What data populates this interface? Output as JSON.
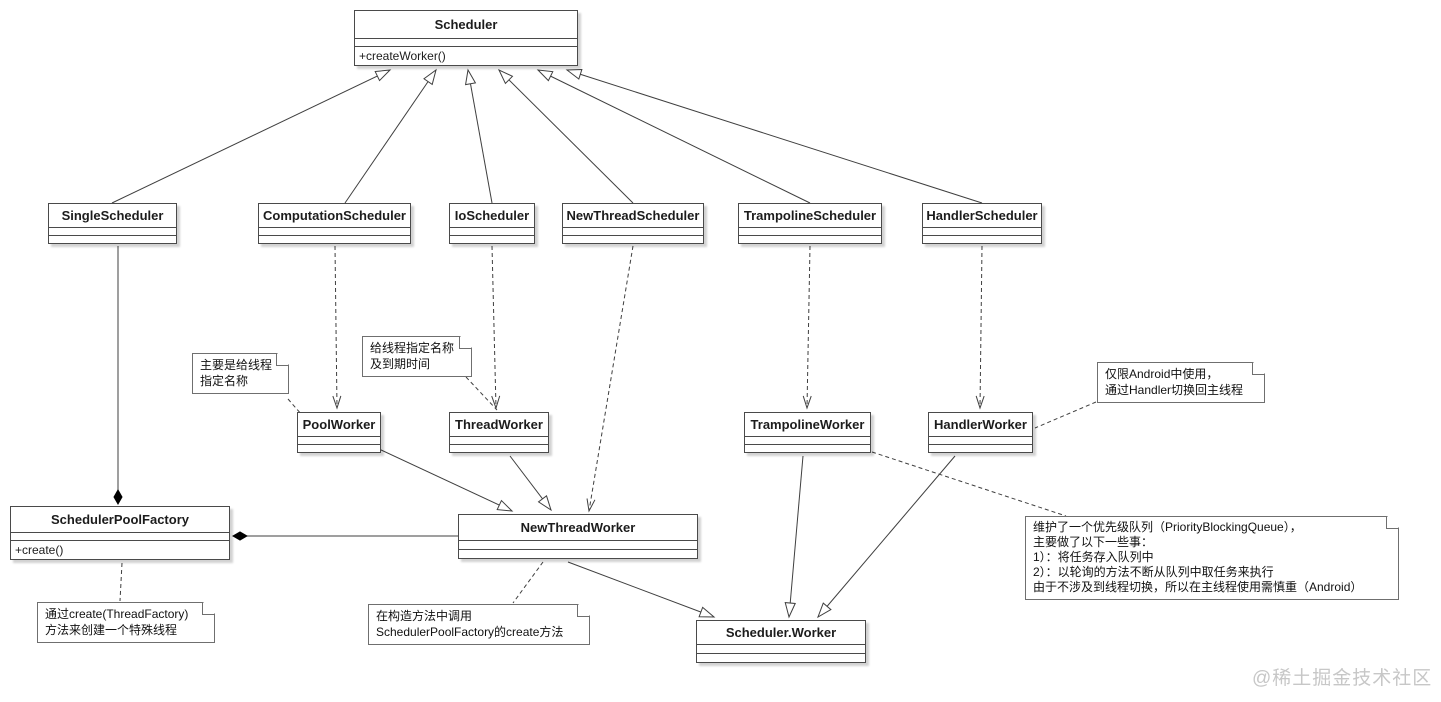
{
  "watermark": "@稀土掘金技术社区",
  "colors": {
    "line": "#3f3f3f",
    "class_border": "#4a4a4a",
    "note_border": "#6f6f6f",
    "background": "#ffffff",
    "watermark_text": "#c7c7c7"
  },
  "classes": {
    "scheduler": {
      "name": "Scheduler",
      "method": "+createWorker()"
    },
    "single_scheduler": {
      "name": "SingleScheduler"
    },
    "computation_scheduler": {
      "name": "ComputationScheduler"
    },
    "io_scheduler": {
      "name": "IoScheduler"
    },
    "new_thread_scheduler": {
      "name": "NewThreadScheduler"
    },
    "trampoline_scheduler": {
      "name": "TrampolineScheduler"
    },
    "handler_scheduler": {
      "name": "HandlerScheduler"
    },
    "pool_worker": {
      "name": "PoolWorker"
    },
    "thread_worker": {
      "name": "ThreadWorker"
    },
    "trampoline_worker": {
      "name": "TrampolineWorker"
    },
    "handler_worker": {
      "name": "HandlerWorker"
    },
    "scheduler_pool_factory": {
      "name": "SchedulerPoolFactory",
      "method": "+create()"
    },
    "new_thread_worker": {
      "name": "NewThreadWorker"
    },
    "scheduler_worker": {
      "name": "Scheduler.Worker"
    }
  },
  "notes": {
    "pool_naming": [
      "主要是给线程",
      "指定名称"
    ],
    "thread_naming": [
      "给线程指定名称",
      "及到期时间"
    ],
    "handler_usage": [
      "仅限Android中使用，",
      "通过Handler切换回主线程"
    ],
    "factory_create": [
      "通过create(ThreadFactory)",
      "方法来创建一个特殊线程"
    ],
    "constructor_call": [
      "在构造方法中调用",
      "SchedulerPoolFactory的create方法"
    ],
    "trampoline_desc": [
      "维护了一个优先级队列（PriorityBlockingQueue），",
      "主要做了以下一些事：",
      "1）：将任务存入队列中",
      "2）：以轮询的方法不断从队列中取任务来执行",
      "由于不涉及到线程切换，所以在主线程使用需慎重（Android）"
    ]
  },
  "relationships": [
    {
      "from": "SingleScheduler",
      "to": "Scheduler",
      "type": "generalization"
    },
    {
      "from": "ComputationScheduler",
      "to": "Scheduler",
      "type": "generalization"
    },
    {
      "from": "IoScheduler",
      "to": "Scheduler",
      "type": "generalization"
    },
    {
      "from": "NewThreadScheduler",
      "to": "Scheduler",
      "type": "generalization"
    },
    {
      "from": "TrampolineScheduler",
      "to": "Scheduler",
      "type": "generalization"
    },
    {
      "from": "HandlerScheduler",
      "to": "Scheduler",
      "type": "generalization"
    },
    {
      "from": "ComputationScheduler",
      "to": "PoolWorker",
      "type": "dependency"
    },
    {
      "from": "IoScheduler",
      "to": "ThreadWorker",
      "type": "dependency"
    },
    {
      "from": "NewThreadScheduler",
      "to": "NewThreadWorker",
      "type": "dependency"
    },
    {
      "from": "TrampolineScheduler",
      "to": "TrampolineWorker",
      "type": "dependency"
    },
    {
      "from": "HandlerScheduler",
      "to": "HandlerWorker",
      "type": "dependency"
    },
    {
      "from": "PoolWorker",
      "to": "NewThreadWorker",
      "type": "generalization"
    },
    {
      "from": "ThreadWorker",
      "to": "NewThreadWorker",
      "type": "generalization"
    },
    {
      "from": "SingleScheduler",
      "to": "SchedulerPoolFactory",
      "type": "composition"
    },
    {
      "from": "NewThreadWorker",
      "to": "SchedulerPoolFactory",
      "type": "composition"
    },
    {
      "from": "NewThreadWorker",
      "to": "Scheduler.Worker",
      "type": "generalization"
    },
    {
      "from": "TrampolineWorker",
      "to": "Scheduler.Worker",
      "type": "generalization"
    },
    {
      "from": "HandlerWorker",
      "to": "Scheduler.Worker",
      "type": "generalization"
    }
  ]
}
